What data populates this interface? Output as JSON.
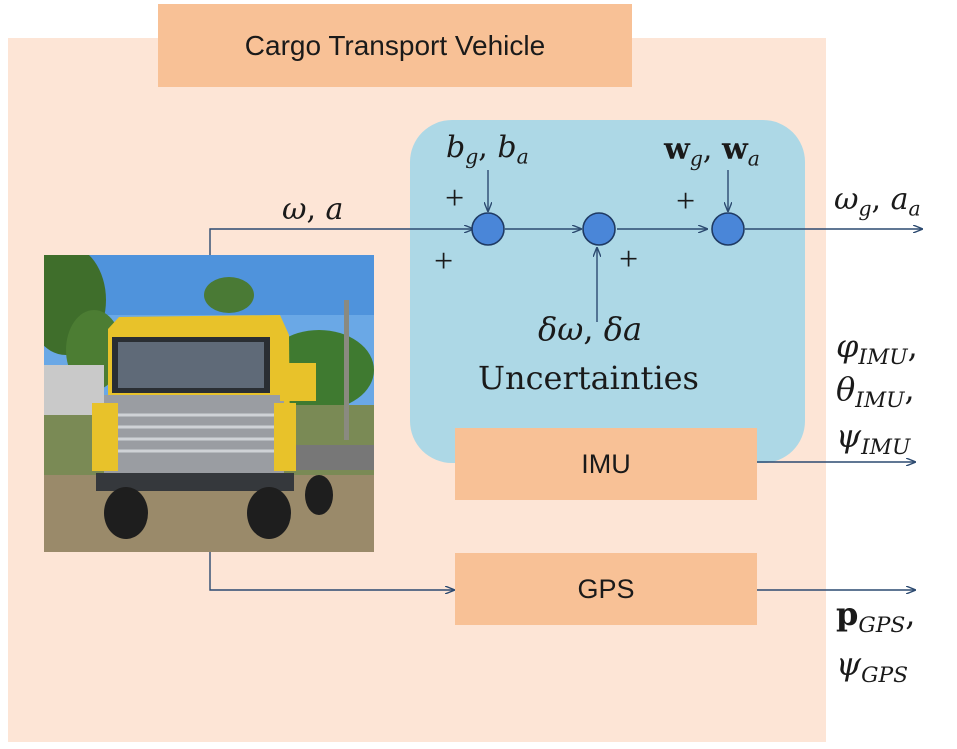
{
  "title": "Cargo Transport Vehicle",
  "imu_label": "IMU",
  "gps_label": "GPS",
  "uncertainties_label": "Uncertainties",
  "labels": {
    "omega_a_input": "ω, a",
    "bias": "b_g, b_a",
    "noise": "w_g, w_a",
    "delta": "δω, δa",
    "output_rates": "ω_g, a_a",
    "imu_angles": [
      "φ_IMU,",
      "θ_IMU,",
      "ψ_IMU"
    ],
    "gps_outputs": [
      "p_GPS,",
      "ψ_GPS"
    ]
  },
  "signs": [
    "+",
    "+",
    "+",
    "+"
  ],
  "colors": {
    "panel": "#fde5d6",
    "box": "#f8c196",
    "imu_region": "#add8e6",
    "node": "#4a86d8",
    "arrow": "#2c4a70"
  },
  "image": {
    "subject": "yellow Scania truck cab"
  }
}
